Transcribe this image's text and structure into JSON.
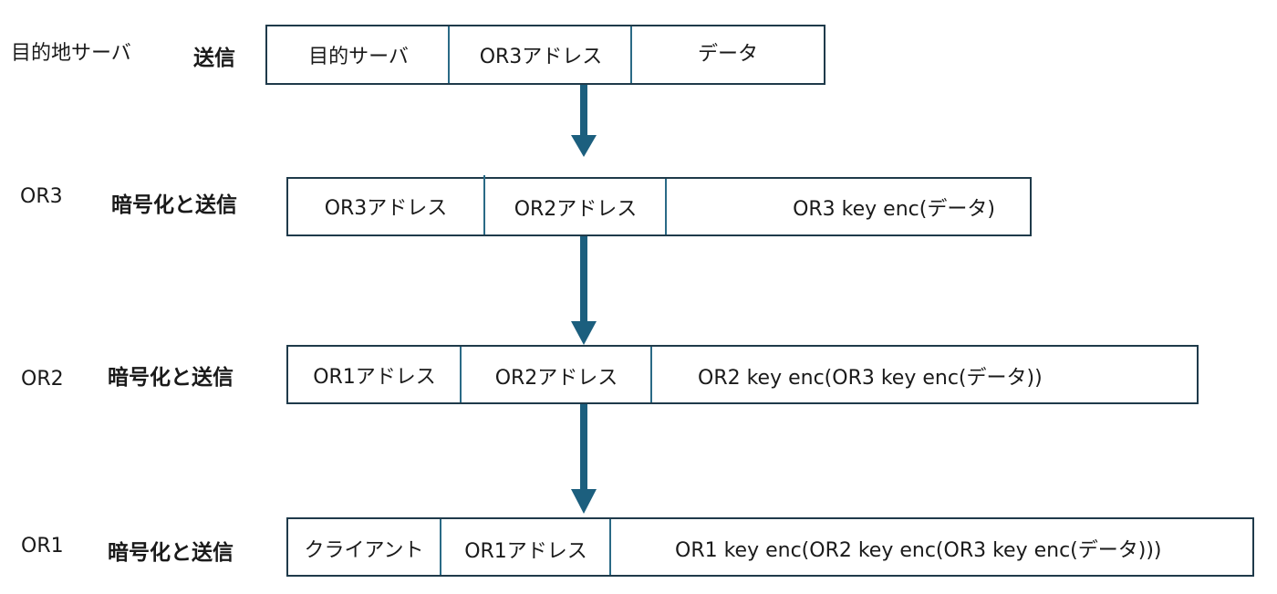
{
  "rows": [
    {
      "node": "目的地サーバ",
      "action": "送信",
      "cells": [
        "目的サーバ",
        "OR3アドレス",
        "データ"
      ]
    },
    {
      "node": "OR3",
      "action": "暗号化と送信",
      "cells": [
        "OR3アドレス",
        "OR2アドレス",
        "OR3 key enc(データ)"
      ]
    },
    {
      "node": "OR2",
      "action": "暗号化と送信",
      "cells": [
        "OR1アドレス",
        "OR2アドレス",
        "OR2 key enc(OR3 key enc(データ))"
      ]
    },
    {
      "node": "OR1",
      "action": "暗号化と送信",
      "cells": [
        "クライアント",
        "OR1アドレス",
        "OR1 key enc(OR2 key enc(OR3 key enc(データ)))"
      ]
    }
  ],
  "colors": {
    "arrow": "#1c5f7e",
    "box_border": "#1f3a4a",
    "divider": "#2a6a86"
  }
}
